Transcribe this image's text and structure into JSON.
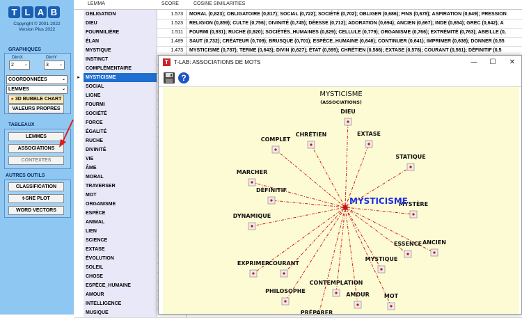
{
  "app": {
    "logo_letters": [
      "T",
      "L",
      "A",
      "B"
    ],
    "copyright": "Copyright © 2001-2022",
    "version": "Version  Plus 2022"
  },
  "graphiques": {
    "title": "GRAPHIQUES",
    "dimx_label": "DimX",
    "dimy_label": "DimY",
    "dimx_value": "2",
    "dimy_value": "3",
    "coord_select": "COORDONNÉES",
    "lemmes_select": "LEMMES",
    "bubble_btn": "3D BUBBLE CHART",
    "valeurs_btn": "VALEURS PROPRES"
  },
  "tableaux": {
    "title": "TABLEAUX",
    "lemmes_btn": "LEMMES",
    "associations_btn": "ASSOCIATIONS",
    "contextes_btn": "CONTEXTES"
  },
  "autres": {
    "title": "AUTRES OUTILS",
    "classification_btn": "CLASSIFICATION",
    "tsne_btn": "t-SNE PLOT",
    "wordvectors_btn": "WORD VECTORS"
  },
  "grid": {
    "headers": {
      "lemma": "LEMMA",
      "score": "SCORE",
      "cosine": "COSINE SIMILARITIES"
    },
    "rows": [
      {
        "lemma": "OBLIGATION",
        "score": "1.573",
        "cosine": "MORAL (0,823); OBLIGATOIRE (0,817); SOCIAL (0,722); SOCIÉTÉ (0,702); OBLIGER (0,686); FINS (0,678); ASPIRATION (0,649); PRESSION"
      },
      {
        "lemma": "DIEU",
        "score": "1.523",
        "cosine": "RELIGION (0,859); CULTE (0,756); DIVINITÉ (0,745); DÉESSE (0,712); ADORATION (0,694); ANCIEN (0,667); INDE (0,654); GREC (0,642); A"
      },
      {
        "lemma": "FOURMILIÈRE",
        "score": "1.511",
        "cosine": "FOURMI (0,931); RUCHE (0,920); SOCIÉTÉS_HUMAINES (0,829); CELLULE (0,779); ORGANISME (0,766); EXTRÉMITÉ (0,763); ABEILLE (0,"
      },
      {
        "lemma": "ÉLAN",
        "score": "1.489",
        "cosine": "SAUT (0,732); CRÉATEUR (0,709); BRUSQUE (0,701); ESPÈCE_HUMAINE (0,646); CONTINUER (0,641); IMPRIMER (0,636); DONNER (0,55"
      },
      {
        "lemma": "MYSTIQUE",
        "score": "1.473",
        "cosine": "MYSTICISME (0,787); TERME (0,643); DIVIN (0,627); ÉTAT (0,595); CHRÉTIEN (0,586); EXTASE (0,578); COURANT (0,561); DÉFINITIF (0,5"
      },
      {
        "lemma": "INSTINCT",
        "score": "",
        "cosine": ""
      },
      {
        "lemma": "COMPLÉMENTAIRE",
        "score": "",
        "cosine": ""
      },
      {
        "lemma": "MYSTICISME",
        "score": "",
        "cosine": ""
      },
      {
        "lemma": "SOCIAL",
        "score": "",
        "cosine": ""
      },
      {
        "lemma": "LIGNE",
        "score": "",
        "cosine": ""
      },
      {
        "lemma": "FOURMI",
        "score": "",
        "cosine": ""
      },
      {
        "lemma": "SOCIÉTÉ",
        "score": "",
        "cosine": ""
      },
      {
        "lemma": "FORCE",
        "score": "",
        "cosine": ""
      },
      {
        "lemma": "ÉGALITÉ",
        "score": "",
        "cosine": ""
      },
      {
        "lemma": "RUCHE",
        "score": "",
        "cosine": ""
      },
      {
        "lemma": "DIVINITÉ",
        "score": "",
        "cosine": ""
      },
      {
        "lemma": "VIE",
        "score": "",
        "cosine": ""
      },
      {
        "lemma": "ÂME",
        "score": "",
        "cosine": ""
      },
      {
        "lemma": "MORAL",
        "score": "",
        "cosine": ""
      },
      {
        "lemma": "TRAVERSER",
        "score": "",
        "cosine": ""
      },
      {
        "lemma": "MOT",
        "score": "",
        "cosine": ""
      },
      {
        "lemma": "ORGANISME",
        "score": "",
        "cosine": ""
      },
      {
        "lemma": "ESPÈCE",
        "score": "",
        "cosine": ""
      },
      {
        "lemma": "ANIMAL",
        "score": "",
        "cosine": ""
      },
      {
        "lemma": "LIEN",
        "score": "",
        "cosine": ""
      },
      {
        "lemma": "SCIENCE",
        "score": "",
        "cosine": ""
      },
      {
        "lemma": "EXTASE",
        "score": "",
        "cosine": ""
      },
      {
        "lemma": "ÉVOLUTION",
        "score": "",
        "cosine": ""
      },
      {
        "lemma": "SOLEIL",
        "score": "",
        "cosine": ""
      },
      {
        "lemma": "CHOSE",
        "score": "",
        "cosine": ""
      },
      {
        "lemma": "ESPÈCE_HUMAINE",
        "score": "",
        "cosine": ""
      },
      {
        "lemma": "AMOUR",
        "score": "",
        "cosine": ""
      },
      {
        "lemma": "INTELLIGENCE",
        "score": "",
        "cosine": ""
      },
      {
        "lemma": "MUSIQUE",
        "score": "",
        "cosine": ""
      }
    ],
    "selected_index": 7
  },
  "window": {
    "title": "T-LAB: ASSOCIATIONS DE MOTS",
    "save_icon": "floppy-disk-icon",
    "help_icon": "help-icon",
    "chart_title": "MYSTICISME",
    "chart_subtitle": "(ASSOCIATIONS)",
    "center_word": "MYSTICISME",
    "center_color": "#1a2ee0",
    "line_color": "#d11a1a",
    "words": [
      "DIEU",
      "EXTASE",
      "STATIQUE",
      "CHRÉTIEN",
      "COMPLET",
      "MARCHER",
      "DÉFINITIF",
      "MYSTÈRE",
      "DYNAMIQUE",
      "ANCIEN",
      "ESSENCE",
      "EXPRIMER",
      "COURANT",
      "MYSTIQUE",
      "CONTEMPLATION",
      "PHILOSOPHE",
      "AMOUR",
      "MOT",
      "PRÉPARER"
    ]
  },
  "chart_data": {
    "type": "diagram",
    "title": "MYSTICISME",
    "subtitle": "(ASSOCIATIONS)",
    "center": "MYSTICISME",
    "associations": [
      "DIEU",
      "EXTASE",
      "STATIQUE",
      "CHRÉTIEN",
      "COMPLET",
      "MARCHER",
      "DÉFINITIF",
      "MYSTÈRE",
      "DYNAMIQUE",
      "ANCIEN",
      "ESSENCE",
      "EXPRIMER",
      "COURANT",
      "MYSTIQUE",
      "CONTEMPLATION",
      "PHILOSOPHE",
      "AMOUR",
      "MOT",
      "PRÉPARER"
    ]
  }
}
